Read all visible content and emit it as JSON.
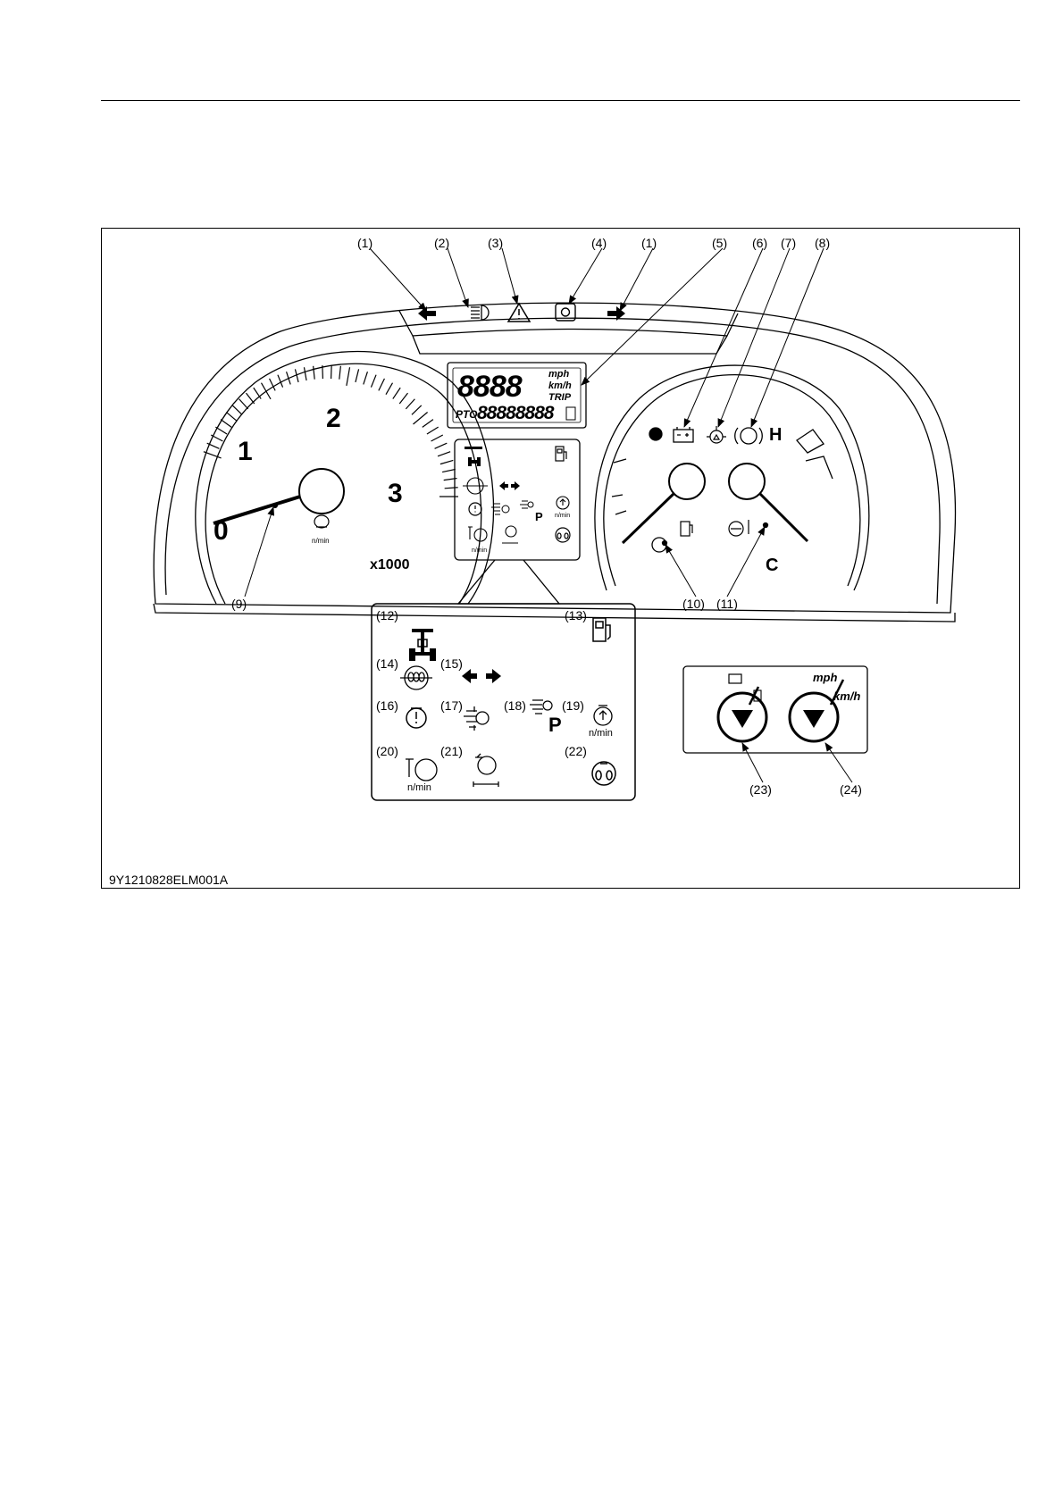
{
  "callouts": {
    "c1a": "(1)",
    "c2": "(2)",
    "c3": "(3)",
    "c4": "(4)",
    "c1b": "(1)",
    "c5": "(5)",
    "c6": "(6)",
    "c7": "(7)",
    "c8": "(8)",
    "c9": "(9)",
    "c10": "(10)",
    "c11": "(11)",
    "c12": "(12)",
    "c13": "(13)",
    "c14": "(14)",
    "c15": "(15)",
    "c16": "(16)",
    "c17": "(17)",
    "c18": "(18)",
    "c19": "(19)",
    "c20": "(20)",
    "c21": "(21)",
    "c22": "(22)",
    "c23": "(23)",
    "c24": "(24)"
  },
  "tachometer": {
    "n0": "0",
    "n1": "1",
    "n2": "2",
    "n3": "3",
    "multiplier": "x1000",
    "unit": "n/min"
  },
  "lcd": {
    "top_digits": "8888",
    "mph": "mph",
    "kmh": "km/h",
    "trip": "TRIP",
    "pto": "PTO",
    "bottom_digits": "88888888"
  },
  "gauges": {
    "hot": "H",
    "cold": "C"
  },
  "zoom_panel": {
    "p_label": "P",
    "unit_19": "n/min",
    "unit_20": "n/min"
  },
  "mini_panel": {
    "p_label": "P",
    "unit_a": "n/min",
    "unit_b": "n/min"
  },
  "buttons": {
    "mph": "mph",
    "kmh": "km/h"
  },
  "figure_code": "9Y1210828ELM001A"
}
